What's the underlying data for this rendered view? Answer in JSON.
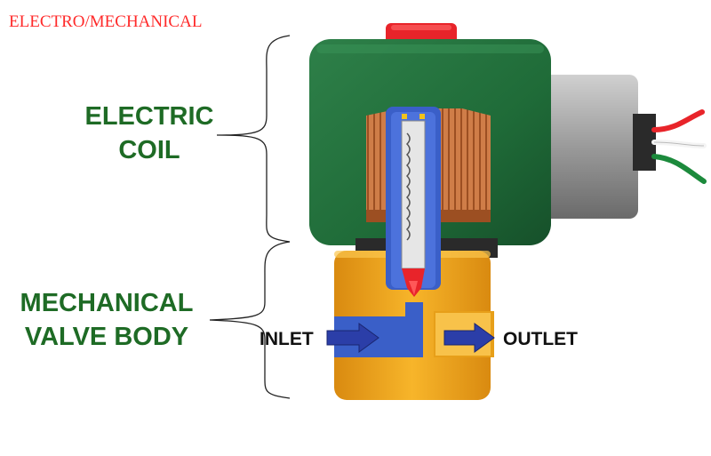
{
  "title": "ELECTRO/MECHANICAL",
  "labels": {
    "coil_line1": "ELECTRIC",
    "coil_line2": "COIL",
    "valve_line1": "MECHANICAL",
    "valve_line2": "VALVE BODY",
    "inlet": "INLET",
    "outlet": "OUTLET"
  },
  "colors": {
    "title": "#ff2a2a",
    "labels": "#1e6b25",
    "coil_housing": "#1f6b38",
    "valve_body": "#f2a51c",
    "copper_winding": "#c8733f",
    "core_tube": "#3a5fc8",
    "plunger_tip": "#e8242a",
    "flow_arrow": "#2b3ea8",
    "wires": [
      "#e8242a",
      "#ffffff",
      "#1c8a3c"
    ]
  }
}
